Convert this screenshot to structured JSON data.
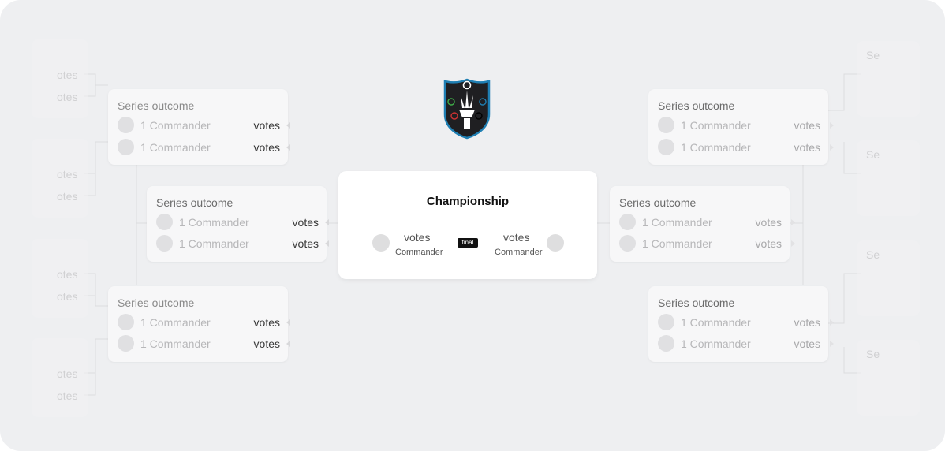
{
  "championship": {
    "title": "Championship",
    "left": {
      "votes": "votes",
      "name": "Commander"
    },
    "right": {
      "votes": "votes",
      "name": "Commander"
    },
    "badge": "final"
  },
  "cards": {
    "left_top": {
      "title": "Series outcome",
      "rows": [
        {
          "name": "1 Commander",
          "votes": "votes"
        },
        {
          "name": "1 Commander",
          "votes": "votes"
        }
      ]
    },
    "left_mid": {
      "title": "Series outcome",
      "rows": [
        {
          "name": "1 Commander",
          "votes": "votes"
        },
        {
          "name": "1 Commander",
          "votes": "votes"
        }
      ]
    },
    "left_bottom": {
      "title": "Series outcome",
      "rows": [
        {
          "name": "1 Commander",
          "votes": "votes"
        },
        {
          "name": "1 Commander",
          "votes": "votes"
        }
      ]
    },
    "right_top": {
      "title": "Series outcome",
      "rows": [
        {
          "name": "1 Commander",
          "votes": "votes"
        },
        {
          "name": "1 Commander",
          "votes": "votes"
        }
      ]
    },
    "right_mid": {
      "title": "Series outcome",
      "rows": [
        {
          "name": "1 Commander",
          "votes": "votes"
        },
        {
          "name": "1 Commander",
          "votes": "votes"
        }
      ]
    },
    "right_bottom": {
      "title": "Series outcome",
      "rows": [
        {
          "name": "1 Commander",
          "votes": "votes"
        },
        {
          "name": "1 Commander",
          "votes": "votes"
        }
      ]
    }
  },
  "ghost": {
    "left_label": "otes",
    "right_label": "Se"
  },
  "colors": {
    "background": "#eeeff1",
    "logo_shield": "#1f1f22",
    "logo_border": "#1f7fb3"
  }
}
